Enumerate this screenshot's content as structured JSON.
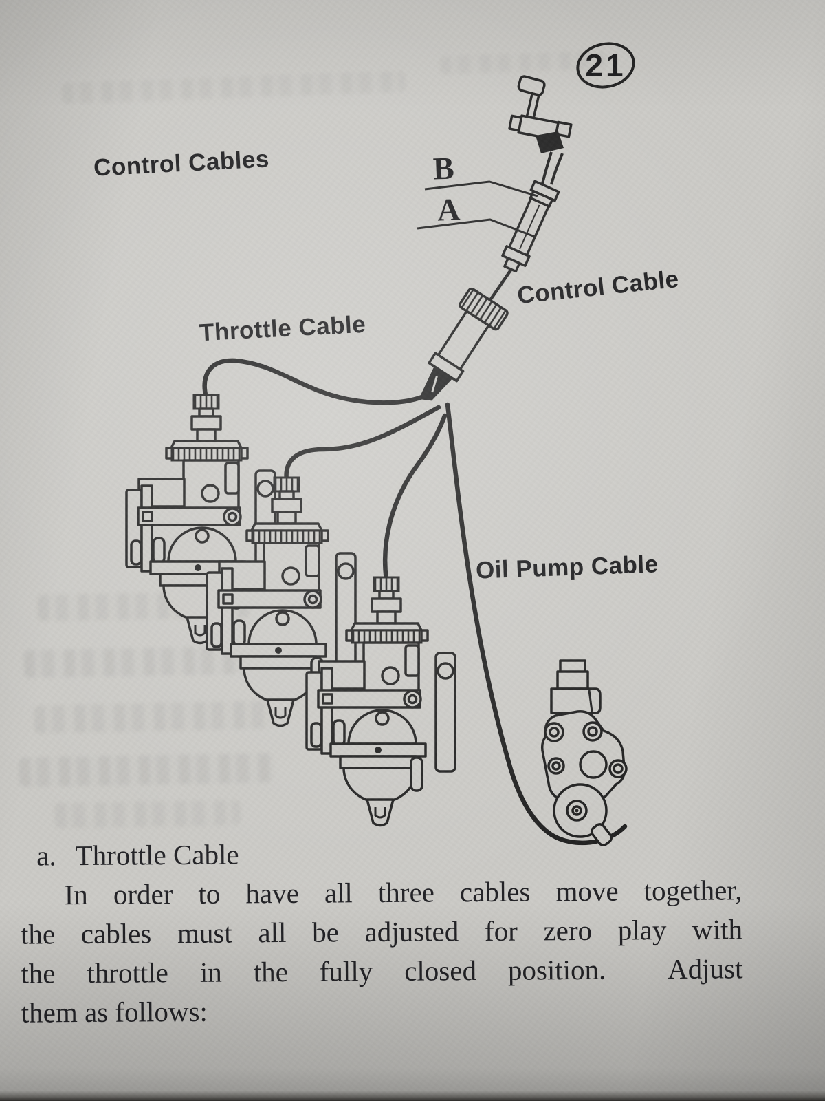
{
  "page": {
    "number": "21"
  },
  "figure": {
    "title": "Control Cables",
    "callouts": {
      "b": "B",
      "a": "A"
    },
    "labels": {
      "control_cable": "Control Cable",
      "throttle_cable": "Throttle Cable",
      "oil_pump_cable": "Oil Pump Cable"
    }
  },
  "body": {
    "heading_letter": "a.",
    "heading_title": "Throttle Cable",
    "lines": [
      "In order to have all three cables move together,",
      "the cables must all be adjusted for zero play with",
      "the throttle in the fully closed position.  Adjust",
      "them as follows:"
    ]
  },
  "colors": {
    "paper": "#cbcac6",
    "ink": "#222222"
  }
}
